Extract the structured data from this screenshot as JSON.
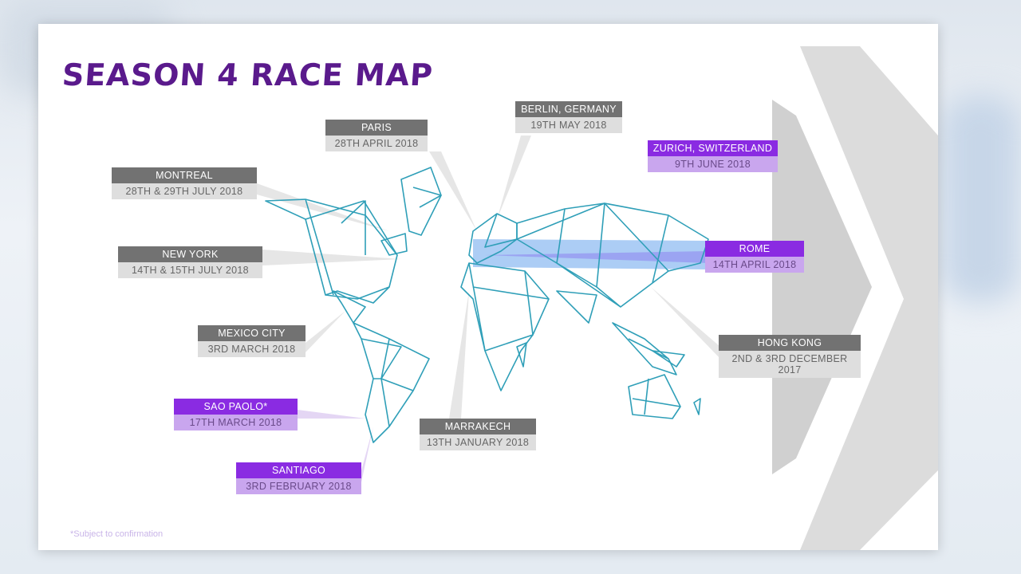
{
  "title": "SEASON 4 RACE MAP",
  "footnote": "*Subject to confirmation",
  "colors": {
    "title": "#5a1a8c",
    "grey_label": "#727272",
    "purple_label": "#8a2be2",
    "map_line": "#2f9fb8"
  },
  "locations": {
    "montreal": {
      "name": "MONTREAL",
      "date": "28TH & 29TH JULY 2018"
    },
    "new_york": {
      "name": "NEW YORK",
      "date": "14TH & 15TH JULY 2018"
    },
    "mexico_city": {
      "name": "MEXICO CITY",
      "date": "3RD MARCH 2018"
    },
    "sao_paolo": {
      "name": "SAO PAOLO*",
      "date": "17TH MARCH 2018"
    },
    "santiago": {
      "name": "SANTIAGO",
      "date": "3RD FEBRUARY 2018"
    },
    "paris": {
      "name": "PARIS",
      "date": "28TH APRIL 2018"
    },
    "marrakech": {
      "name": "MARRAKECH",
      "date": "13TH JANUARY 2018"
    },
    "berlin": {
      "name": "BERLIN, GERMANY",
      "date": "19TH MAY 2018"
    },
    "zurich": {
      "name": "ZURICH, SWITZERLAND",
      "date": "9TH JUNE 2018"
    },
    "rome": {
      "name": "ROME",
      "date": "14TH APRIL 2018"
    },
    "hong_kong": {
      "name": "HONG KONG",
      "date": "2ND & 3RD DECEMBER 2017"
    }
  }
}
